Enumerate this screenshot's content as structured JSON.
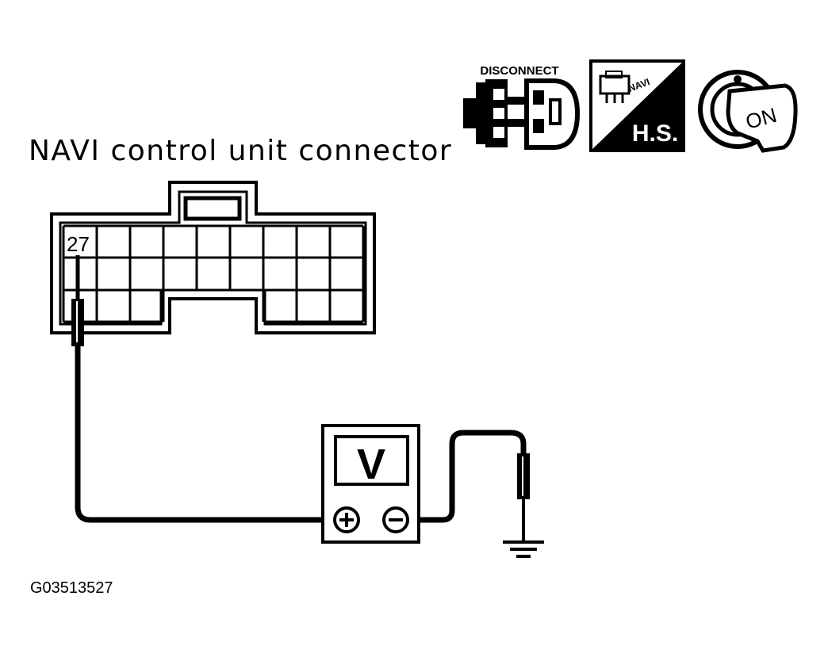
{
  "title": "NAVI control unit connector",
  "figure_id": "G03513527",
  "icons": {
    "disconnect": {
      "label": "DISCONNECT",
      "icon": "disconnect-connector-icon"
    },
    "harness_side": {
      "label": "H.S.",
      "small_text": "NAVI",
      "icon": "harness-side-icon"
    },
    "ignition": {
      "label": "ON",
      "icon": "ignition-key-on-icon"
    }
  },
  "connector": {
    "terminal_label": "27"
  },
  "meter": {
    "symbol": "V",
    "plus": "+",
    "minus": "−",
    "icon": "voltmeter-icon"
  },
  "ground": {
    "icon": "ground-symbol-icon"
  },
  "colors": {
    "ink": "#000000",
    "paper": "#ffffff"
  }
}
